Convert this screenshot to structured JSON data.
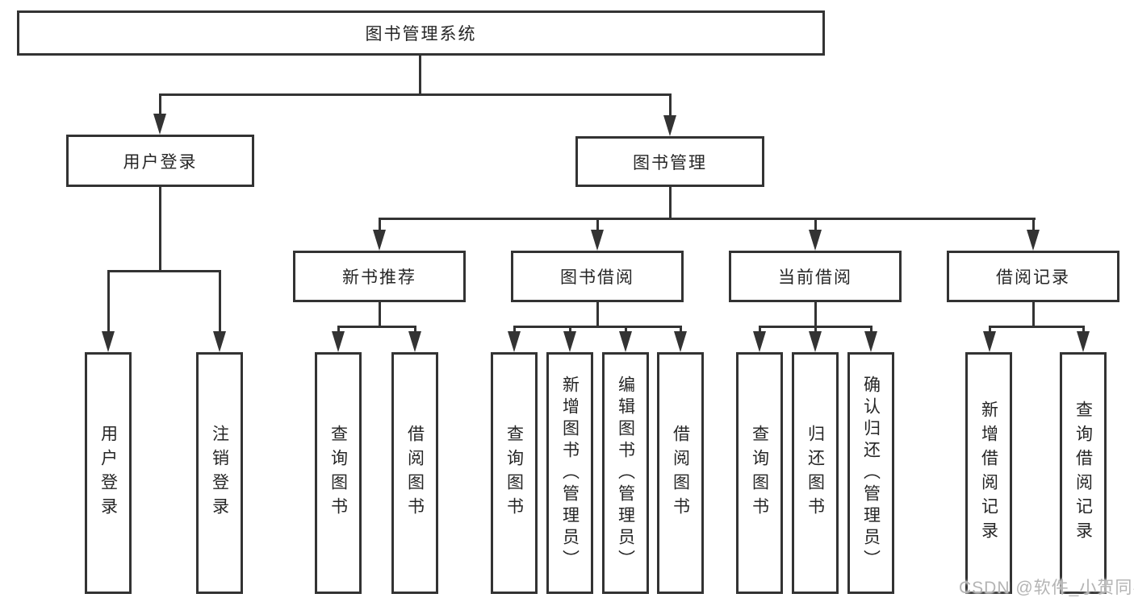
{
  "diagram": {
    "title": "图书管理系统",
    "nodes": {
      "root": "图书管理系统",
      "user_login": "用户登录",
      "book_management": "图书管理",
      "new_book_recommend": "新书推荐",
      "book_borrowing": "图书借阅",
      "current_borrowing": "当前借阅",
      "borrowing_records": "借阅记录",
      "leaf_user_login": "用户登录",
      "leaf_logout": "注销登录",
      "leaf_nbr_query_books": "查询图书",
      "leaf_nbr_borrow_books": "借阅图书",
      "leaf_bb_query_books": "查询图书",
      "leaf_bb_add_books": "新增图书（管理员）",
      "leaf_bb_edit_books": "编辑图书（管理员）",
      "leaf_bb_borrow_books": "借阅图书",
      "leaf_cb_query_books": "查询图书",
      "leaf_cb_return_books": "归还图书",
      "leaf_cb_confirm_return": "确认归还（管理员）",
      "leaf_br_add_record": "新增借阅记录",
      "leaf_br_query_record": "查询借阅记录"
    },
    "hierarchy": {
      "图书管理系统": {
        "用户登录": [
          "用户登录",
          "注销登录"
        ],
        "图书管理": {
          "新书推荐": [
            "查询图书",
            "借阅图书"
          ],
          "图书借阅": [
            "查询图书",
            "新增图书（管理员）",
            "编辑图书（管理员）",
            "借阅图书"
          ],
          "当前借阅": [
            "查询图书",
            "归还图书",
            "确认归还（管理员）"
          ],
          "借阅记录": [
            "新增借阅记录",
            "查询借阅记录"
          ]
        }
      }
    },
    "watermark": "CSDN @软件_小贺同学",
    "colors": {
      "line": "#333333",
      "text": "#262626",
      "background": "#ffffff",
      "watermark": "#b4b4b4"
    }
  }
}
